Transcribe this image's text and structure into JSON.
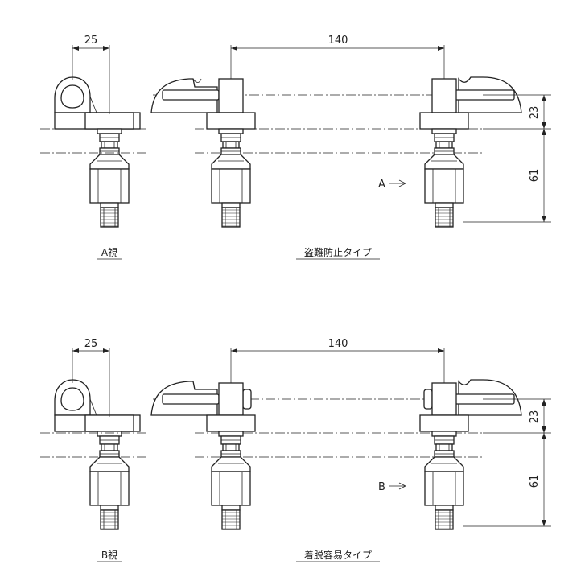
{
  "panels": [
    {
      "side_view_label": "A視",
      "type_label": "盗難防止タイプ",
      "arrow_label": "A",
      "dims": {
        "width": "25",
        "spacing": "140",
        "height_upper": "23",
        "height_lower": "61"
      }
    },
    {
      "side_view_label": "B視",
      "type_label": "着脱容易タイプ",
      "arrow_label": "B",
      "dims": {
        "width": "25",
        "spacing": "140",
        "height_upper": "23",
        "height_lower": "61"
      }
    }
  ]
}
